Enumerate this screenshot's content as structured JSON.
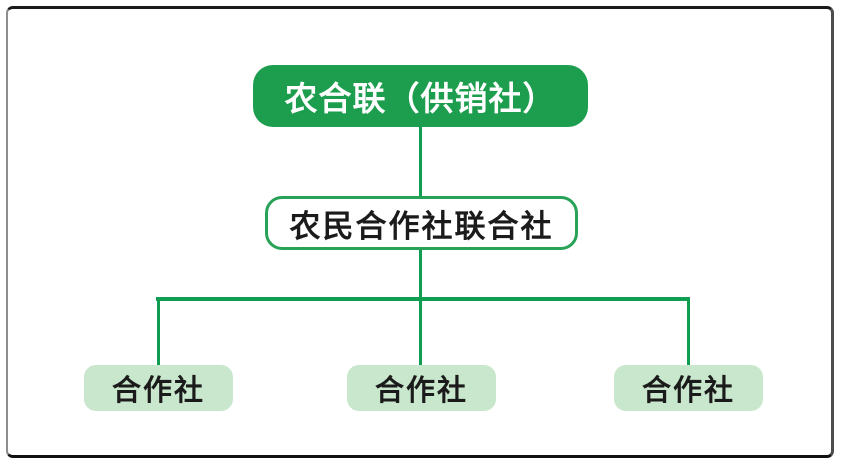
{
  "diagram": {
    "root": {
      "label": "农合联（供销社）"
    },
    "federation": {
      "label": "农民合作社联合社"
    },
    "children": [
      {
        "label": "合作社"
      },
      {
        "label": "合作社"
      },
      {
        "label": "合作社"
      }
    ],
    "colors": {
      "root_fill": "#1d9e4f",
      "root_text": "#ffffff",
      "mid_fill": "#ffffff",
      "mid_border": "#27a257",
      "child_fill": "#c9e7cc",
      "node_text": "#1b1b1b",
      "line": "#0e9d51",
      "frame_top": "#1a1a1a",
      "frame_bottom": "#111111",
      "frame_left": "#8e8e8e",
      "frame_right": "#4d4d4d",
      "background": "#ffffff"
    }
  }
}
